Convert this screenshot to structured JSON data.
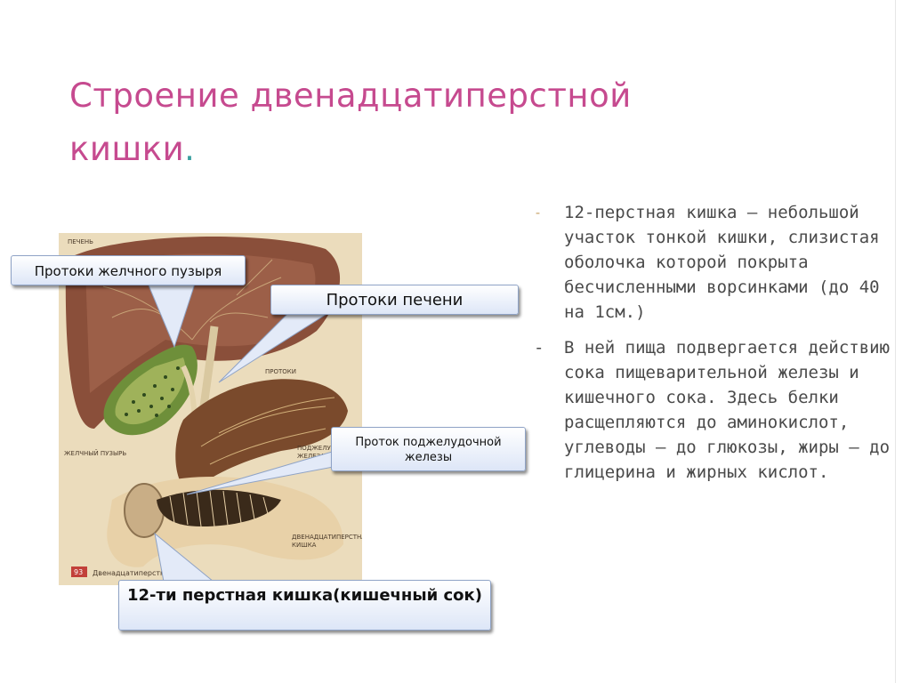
{
  "slide": {
    "title": "Строение двенадцатиперстной кишки",
    "title_dot": "."
  },
  "figure": {
    "labels": {
      "liver": "ПЕЧЕНЬ",
      "ducts": "ПРОТОКИ",
      "gallbladder": "ЖЕЛЧНЫЙ ПУЗЫРЬ",
      "pancreas_1": "ПОДЖЕЛУДОЧНАЯ",
      "pancreas_2": "ЖЕЛЕЗА",
      "duodenum_1": "ДВЕНАДЦАТИПЕРСТНАЯ",
      "duodenum_2": "КИШКА",
      "plate_number": "93",
      "caption": "Двенадцатиперстная кишка"
    }
  },
  "callouts": {
    "gallbladder_ducts": "Протоки желчного пузыря",
    "liver_ducts": "Протоки печени",
    "pancreatic_duct": "Проток поджелудочной железы",
    "duodenum": "12-ти перстная кишка(кишечный сок)"
  },
  "bullets": [
    {
      "marker": "-",
      "text": "12-перстная кишка – небольшой участок тонкой кишки, слизистая оболочка которой покрыта бесчисленными ворсинками (до 40 на 1см.)"
    },
    {
      "marker": "-",
      "text": "В ней пища подвергается действию сока пищеварительной железы и кишечного сока. Здесь белки расщепляются до аминокислот, углеводы – до глюкозы, жиры – до глицерина и жирных кислот."
    }
  ],
  "colors": {
    "title": "#c64a8f",
    "body_text": "#4a4a4a",
    "callout_border": "#8fa3c6"
  }
}
